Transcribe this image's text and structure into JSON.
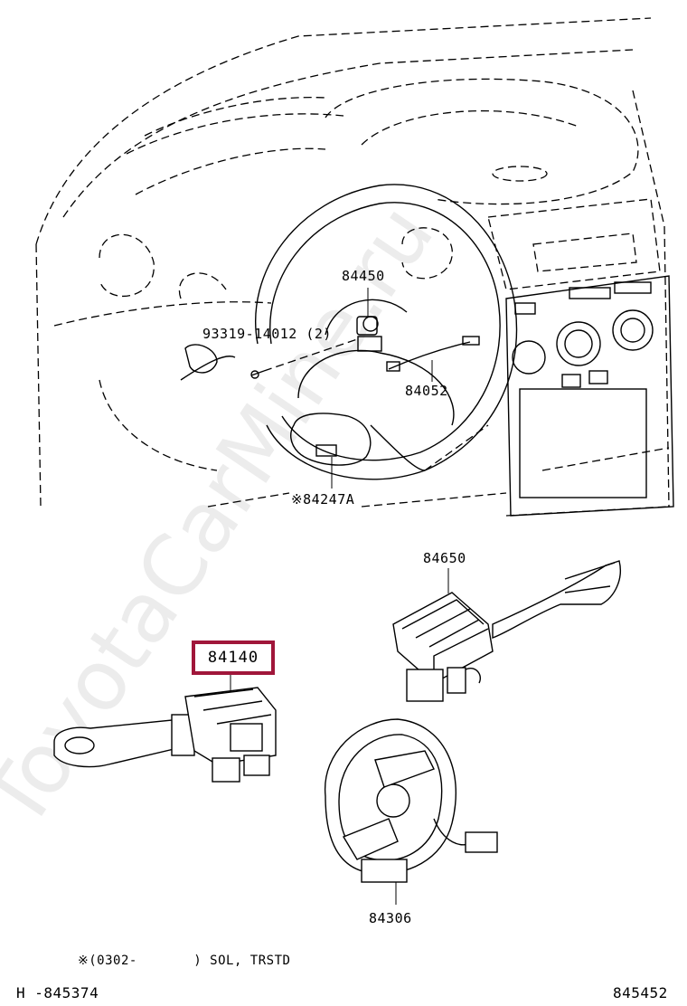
{
  "watermark": "ToyotaCarMine.ru",
  "parts": {
    "p84450": "84450",
    "p93319": "93319-14012 (2)",
    "p84052": "84052",
    "p84247a": "※84247A",
    "p84650": "84650",
    "p84140": "84140",
    "p84306": "84306"
  },
  "highlight_color": "#a0163a",
  "footnote": "※(0302-       ) SOL, TRSTD",
  "footer": {
    "left": "H -845374",
    "right": "845452"
  }
}
